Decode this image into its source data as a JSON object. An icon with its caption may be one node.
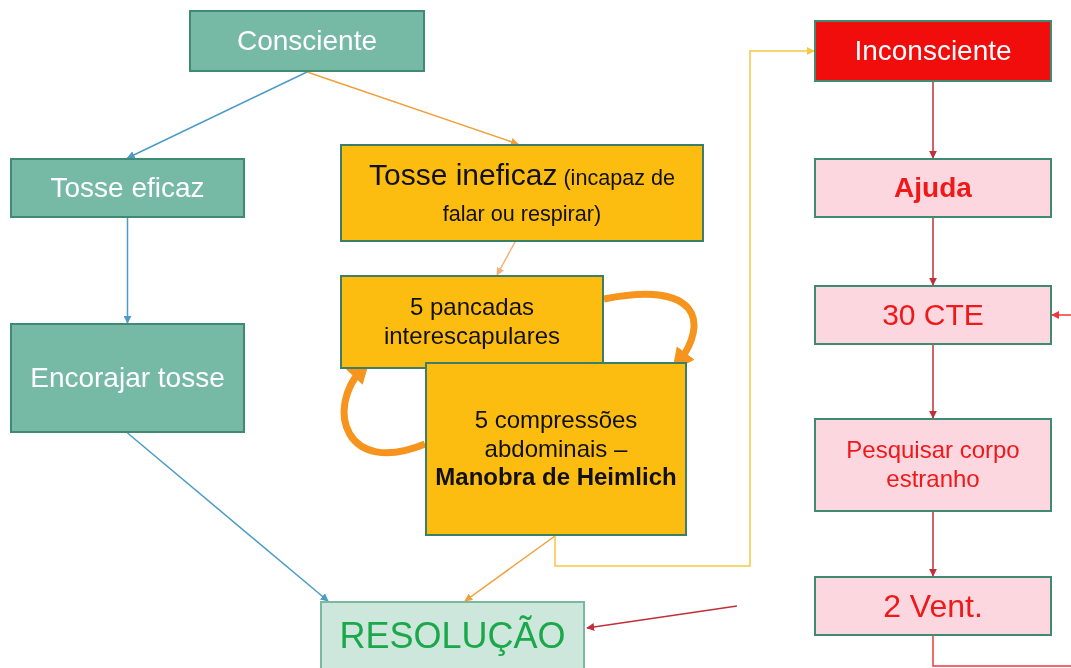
{
  "diagram": {
    "nodes": [
      {
        "text": [
          "Consciente"
        ]
      },
      {
        "text": [
          "Tosse eficaz"
        ]
      },
      {
        "text": [
          "Tosse ineficaz",
          "(incapaz de falar ou respirar)"
        ]
      },
      {
        "text": [
          "5 pancadas interescapulares"
        ]
      },
      {
        "text": [
          "5 compressões abdominais –",
          "Manobra de Heimlich"
        ]
      },
      {
        "text": [
          "Encorajar tosse"
        ]
      },
      {
        "text": [
          "RESOLUÇÃO"
        ]
      },
      {
        "text": [
          "Inconsciente"
        ]
      },
      {
        "text": [
          "Ajuda"
        ]
      },
      {
        "text": [
          "30 CTE"
        ]
      },
      {
        "text": [
          "Pesquisar corpo estranho"
        ]
      },
      {
        "text": [
          "2 Vent."
        ]
      }
    ],
    "edges": [
      {
        "from": 0,
        "to": 1,
        "arrow": "to",
        "color": "#4a9cc6"
      },
      {
        "from": 0,
        "to": 2,
        "arrow": "to",
        "color": "#f2a03a"
      },
      {
        "from": 2,
        "to": 3,
        "arrow": "to",
        "color": "#f2b27a"
      },
      {
        "from": 1,
        "to": 5,
        "arrow": "to",
        "color": "#4a9cc6"
      },
      {
        "from": 5,
        "to": 6,
        "arrow": "to",
        "color": "#4a9cc6"
      },
      {
        "from": 4,
        "to": 6,
        "arrow": "to",
        "color": "#f2a03a"
      },
      {
        "from": 4,
        "to": 7,
        "arrow": "to",
        "color": "#f5c842"
      },
      {
        "from": 7,
        "to": 8,
        "arrow": "to"
      },
      {
        "from": 8,
        "to": 9,
        "arrow": "to"
      },
      {
        "from": 9,
        "to": 10,
        "arrow": "to"
      },
      {
        "from": 10,
        "to": 11,
        "arrow": "to"
      },
      {
        "from": 11,
        "to": 9,
        "arrow": "to",
        "color": "#f03a3a"
      },
      {
        "from": null,
        "to": 6,
        "arrow": "to"
      },
      {
        "from": 3,
        "to": 4,
        "arrow": "to",
        "style": "thick",
        "color": "#f7941d"
      },
      {
        "from": 4,
        "to": 3,
        "arrow": "to",
        "style": "thick",
        "color": "#f7941d"
      }
    ]
  }
}
